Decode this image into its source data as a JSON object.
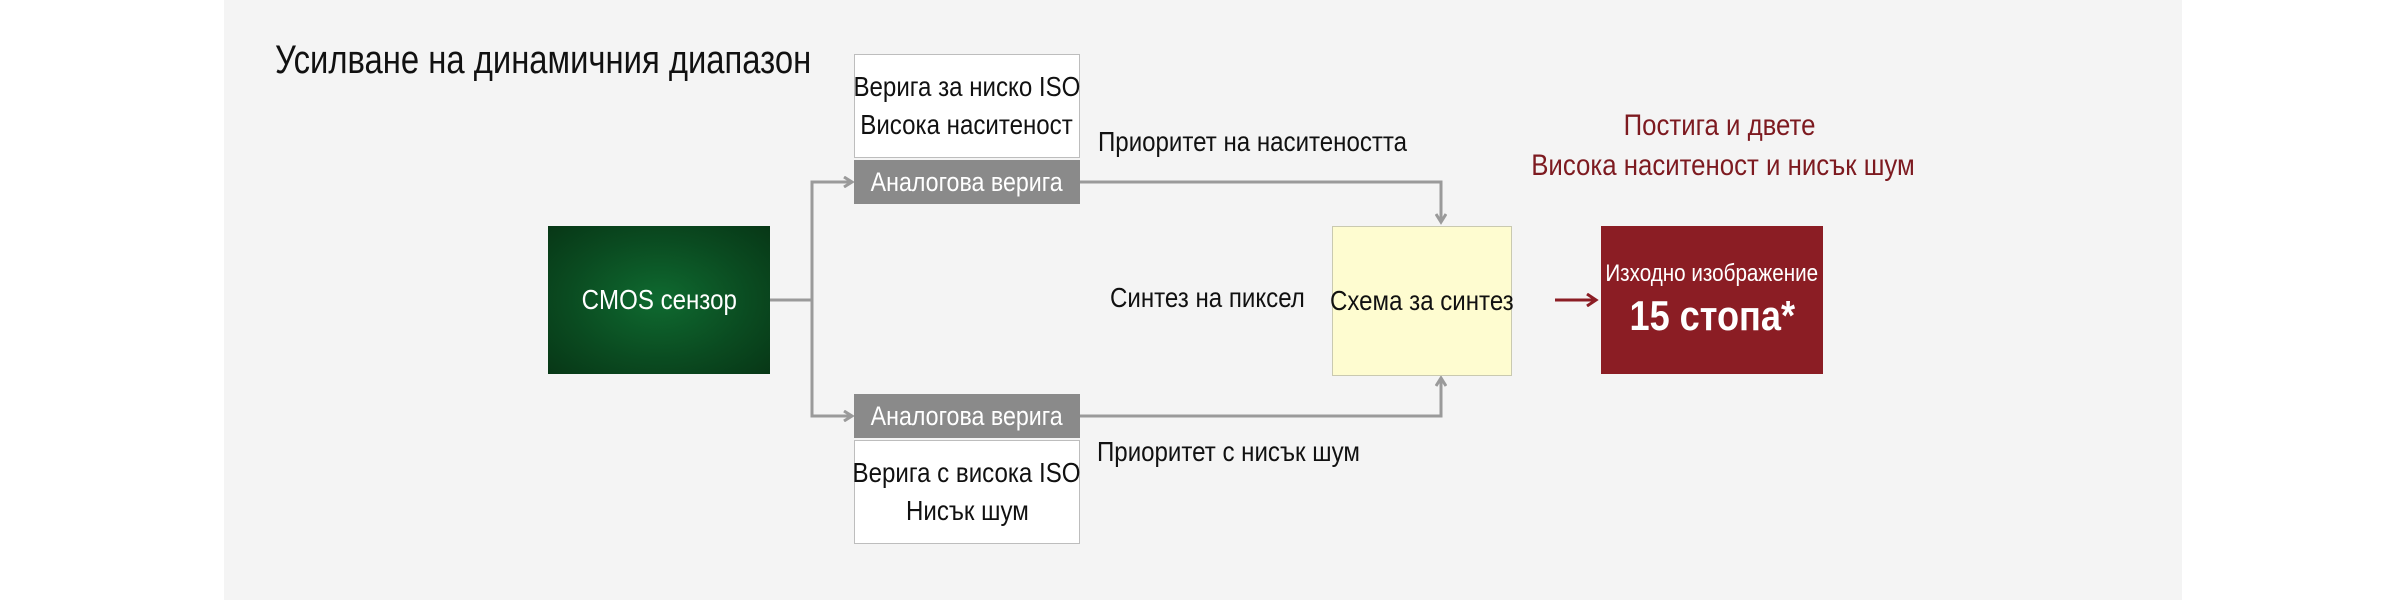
{
  "title": "Усилване на динамичния диапазон",
  "sensor": {
    "label": "CMOS сензор"
  },
  "top_chain": {
    "line1": "Верига за ниско ISO",
    "line2": "Висока наситеност",
    "bar": "Аналогова верига",
    "priority": "Приоритет на наситеността"
  },
  "bottom_chain": {
    "bar": "Аналогова верига",
    "line1": "Верига с висока ISO",
    "line2": "Нисък шум",
    "priority": "Приоритет с нисък шум"
  },
  "pixel_synthesis": "Синтез на пиксел",
  "synthesis_box": "Схема за синтез",
  "output": {
    "caption": "Изходно изображение",
    "value": "15 стопа*"
  },
  "note": {
    "line1": "Постига и двете",
    "line2": "Висока наситеност и нисък шум"
  },
  "colors": {
    "sensor": "#0a4a20",
    "output": "#8b1d24",
    "note": "#7d1a20",
    "connector": "#9a9a9a",
    "output_arrow": "#8b1d24"
  }
}
